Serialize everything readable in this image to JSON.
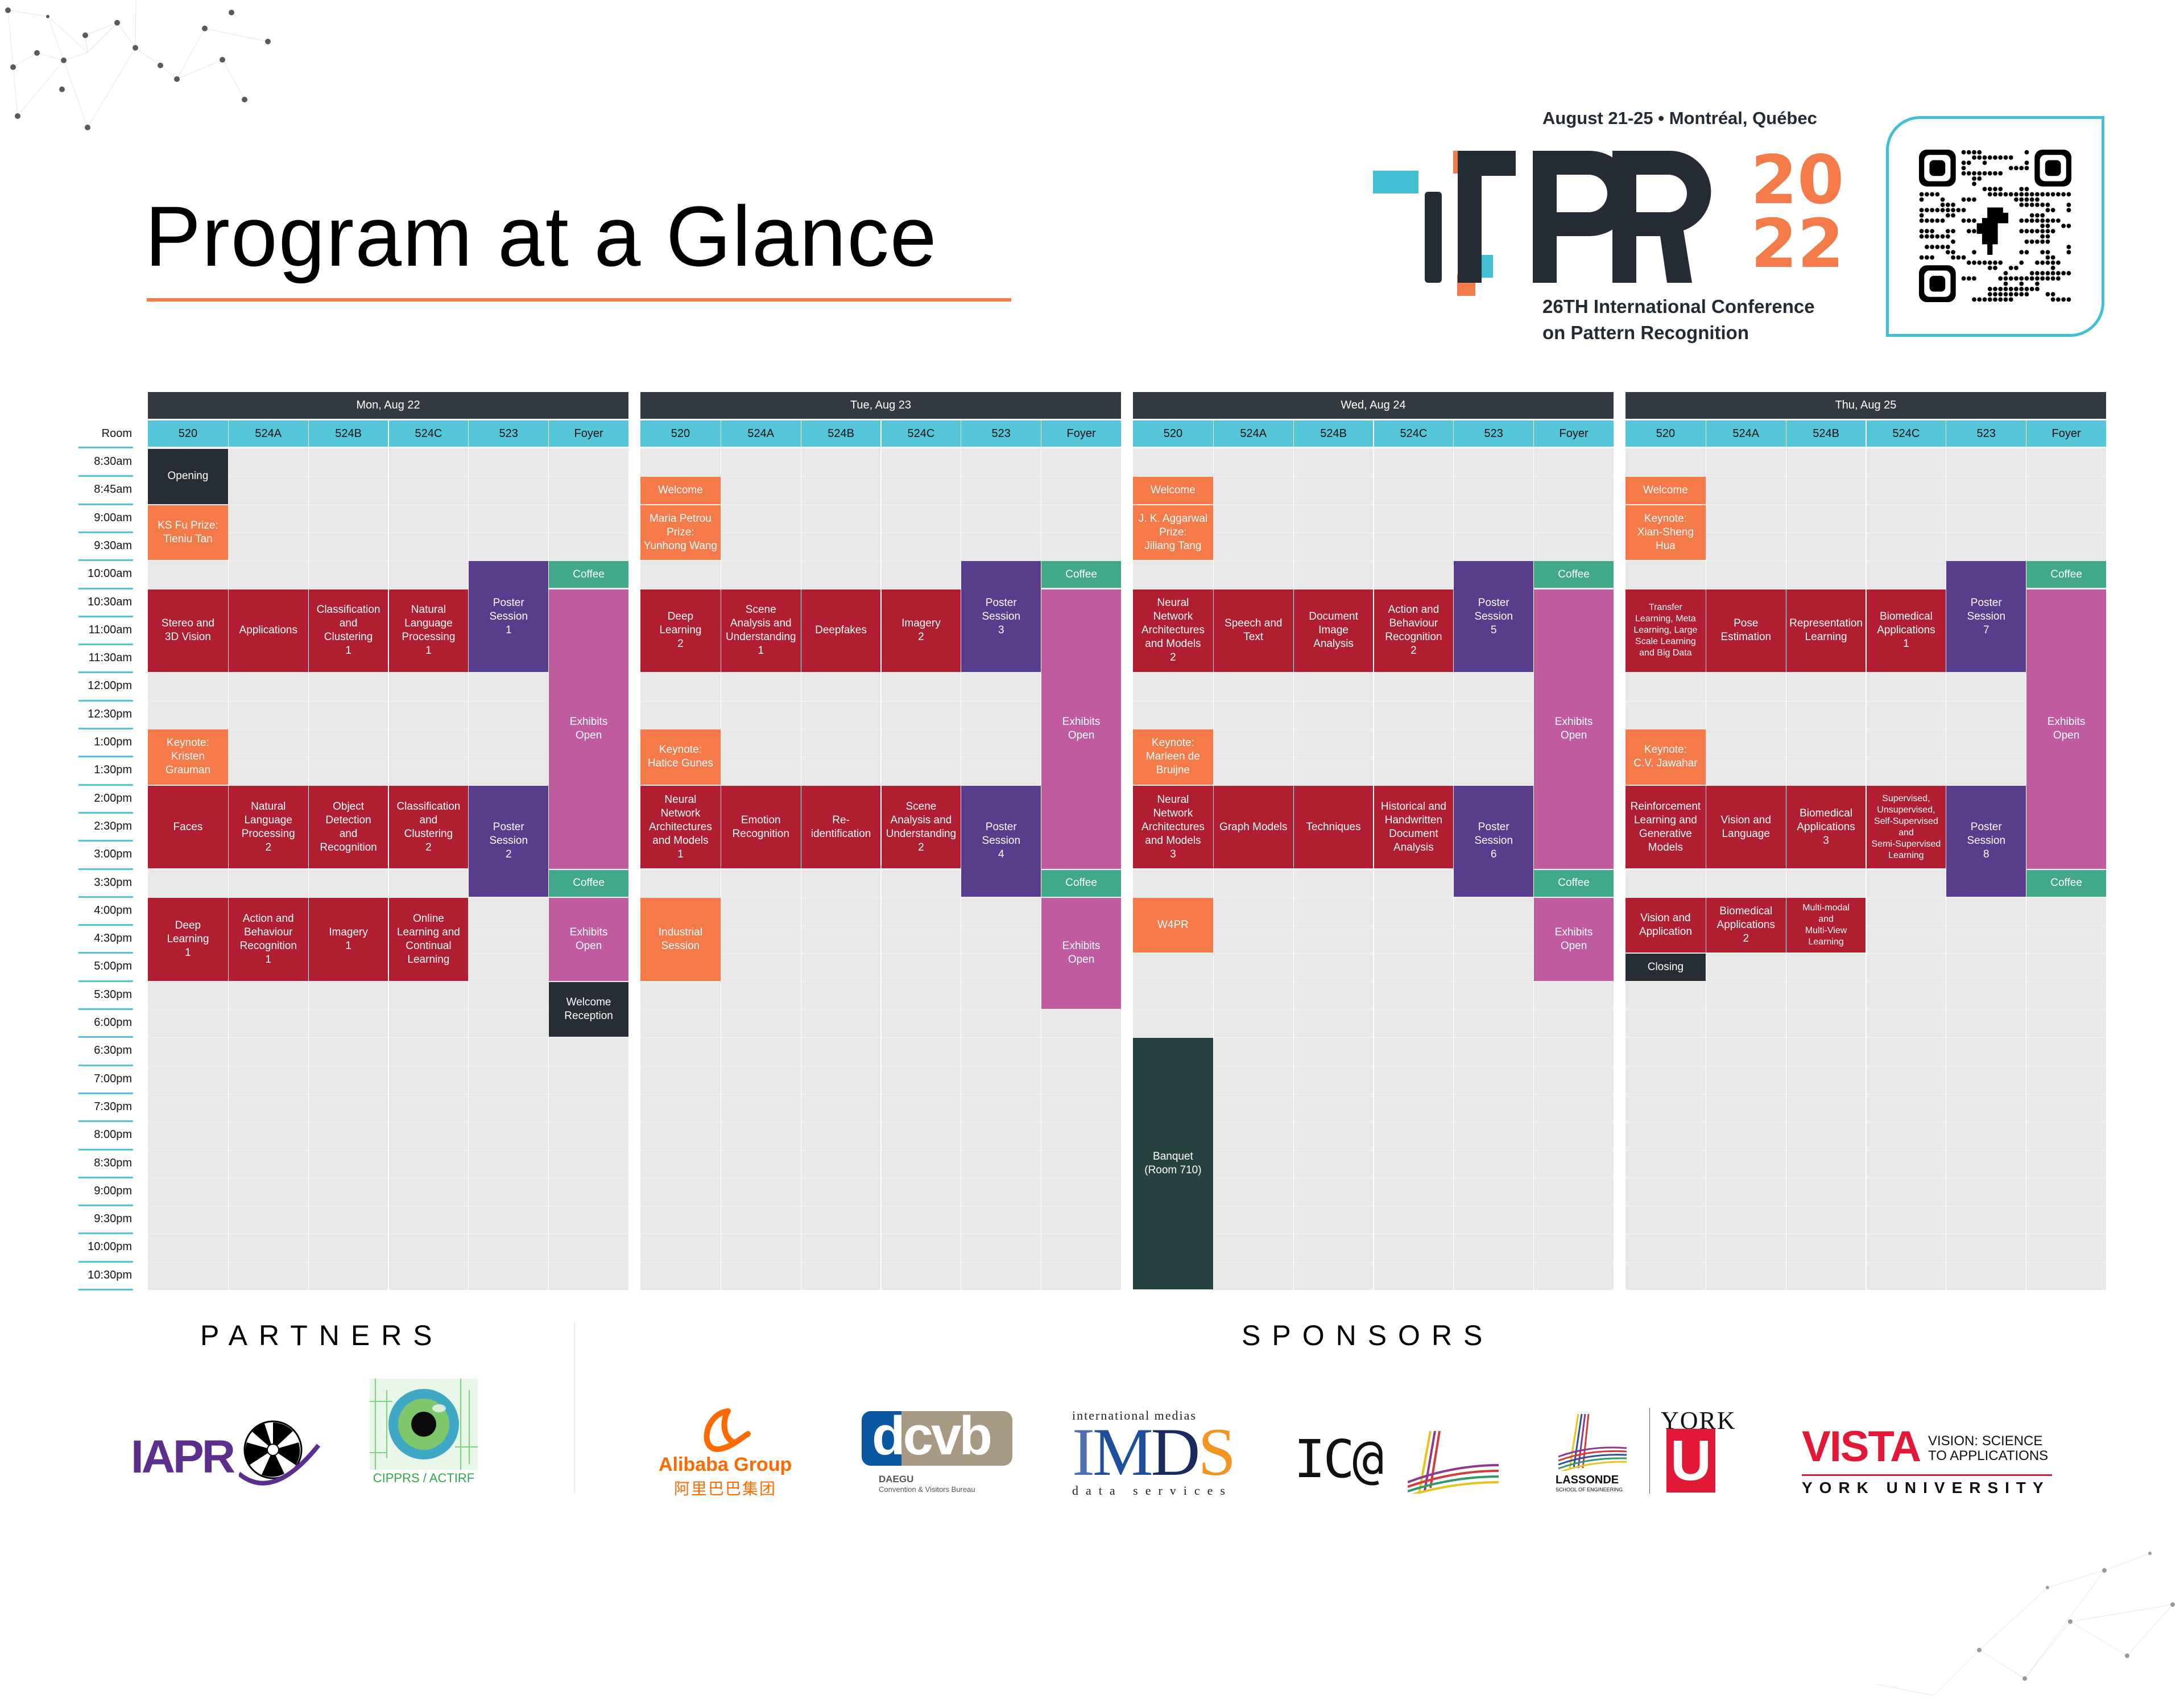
{
  "title": "Program at a Glance",
  "brand": {
    "date_location": "August 21-25 • Montréal, Québec",
    "logo_letters": "iCPR",
    "logo_year_top": "20",
    "logo_year_bottom": "22",
    "subtitle_line1": "26TH International Conference",
    "subtitle_line2": "on Pattern Recognition",
    "qr_icon": "qr-code-icon"
  },
  "colors": {
    "accent_orange": "#f47a4a",
    "accent_cyan": "#55c6d7",
    "session_red": "#b11e31",
    "poster_purple": "#593d8c",
    "exhibits_pink": "#c05ba0",
    "coffee_green": "#41a98a",
    "dark": "#272d35",
    "banquet": "#264342",
    "empty_cell": "#e8e8e8"
  },
  "schedule": {
    "room_label": "Room",
    "rooms": [
      "520",
      "524A",
      "524B",
      "524C",
      "523",
      "Foyer"
    ],
    "times": [
      "8:30am",
      "8:45am",
      "9:00am",
      "9:30am",
      "10:00am",
      "10:30am",
      "11:00am",
      "11:30am",
      "12:00pm",
      "12:30pm",
      "1:00pm",
      "1:30pm",
      "2:00pm",
      "2:30pm",
      "3:00pm",
      "3:30pm",
      "4:00pm",
      "4:30pm",
      "5:00pm",
      "5:30pm",
      "6:00pm",
      "6:30pm",
      "7:00pm",
      "7:30pm",
      "8:00pm",
      "8:30pm",
      "9:00pm",
      "9:30pm",
      "10:00pm",
      "10:30pm"
    ],
    "days": [
      {
        "label": "Mon, Aug 22",
        "events": [
          {
            "col": 0,
            "row": 0,
            "span": 2,
            "type": "dark",
            "label": "Opening"
          },
          {
            "col": 0,
            "row": 2,
            "span": 2,
            "type": "orange",
            "label": "KS Fu Prize:\nTieniu Tan"
          },
          {
            "col": 0,
            "row": 5,
            "span": 3,
            "type": "red",
            "label": "Stereo and\n3D Vision"
          },
          {
            "col": 0,
            "row": 10,
            "span": 2,
            "type": "orange",
            "label": "Keynote:\nKristen\nGrauman"
          },
          {
            "col": 0,
            "row": 12,
            "span": 3,
            "type": "red",
            "label": "Faces"
          },
          {
            "col": 0,
            "row": 16,
            "span": 3,
            "type": "red",
            "label": "Deep\nLearning\n1"
          },
          {
            "col": 1,
            "row": 5,
            "span": 3,
            "type": "red",
            "label": "Applications"
          },
          {
            "col": 1,
            "row": 12,
            "span": 3,
            "type": "red",
            "label": "Natural\nLanguage\nProcessing\n2"
          },
          {
            "col": 1,
            "row": 16,
            "span": 3,
            "type": "red",
            "label": "Action and\nBehaviour\nRecognition\n1"
          },
          {
            "col": 2,
            "row": 5,
            "span": 3,
            "type": "red",
            "label": "Classification\nand\nClustering\n1"
          },
          {
            "col": 2,
            "row": 12,
            "span": 3,
            "type": "red",
            "label": "Object\nDetection\nand\nRecognition"
          },
          {
            "col": 2,
            "row": 16,
            "span": 3,
            "type": "red",
            "label": "Imagery\n1"
          },
          {
            "col": 3,
            "row": 5,
            "span": 3,
            "type": "red",
            "label": "Natural\nLanguage\nProcessing\n1"
          },
          {
            "col": 3,
            "row": 12,
            "span": 3,
            "type": "red",
            "label": "Classification\nand\nClustering\n2"
          },
          {
            "col": 3,
            "row": 16,
            "span": 3,
            "type": "red",
            "label": "Online\nLearning and\nContinual\nLearning"
          },
          {
            "col": 4,
            "row": 4,
            "span": 4,
            "type": "purple",
            "label": "Poster\nSession\n1"
          },
          {
            "col": 4,
            "row": 12,
            "span": 4,
            "type": "purple",
            "label": "Poster\nSession\n2"
          },
          {
            "col": 5,
            "row": 4,
            "span": 1,
            "type": "green",
            "label": "Coffee"
          },
          {
            "col": 5,
            "row": 5,
            "span": 10,
            "type": "pink",
            "label": "Exhibits\nOpen"
          },
          {
            "col": 5,
            "row": 15,
            "span": 1,
            "type": "green",
            "label": "Coffee"
          },
          {
            "col": 5,
            "row": 16,
            "span": 3,
            "type": "pink",
            "label": "Exhibits\nOpen"
          },
          {
            "col": 5,
            "row": 19,
            "span": 2,
            "type": "dark",
            "label": "Welcome\nReception"
          }
        ]
      },
      {
        "label": "Tue, Aug 23",
        "events": [
          {
            "col": 0,
            "row": 1,
            "span": 1,
            "type": "orange",
            "label": "Welcome"
          },
          {
            "col": 0,
            "row": 2,
            "span": 2,
            "type": "orange",
            "label": "Maria Petrou\nPrize:\nYunhong Wang"
          },
          {
            "col": 0,
            "row": 5,
            "span": 3,
            "type": "red",
            "label": "Deep\nLearning\n2"
          },
          {
            "col": 0,
            "row": 10,
            "span": 2,
            "type": "orange",
            "label": "Keynote:\nHatice Gunes"
          },
          {
            "col": 0,
            "row": 12,
            "span": 3,
            "type": "red",
            "label": "Neural\nNetwork\nArchitectures\nand Models\n1"
          },
          {
            "col": 0,
            "row": 16,
            "span": 3,
            "type": "orange",
            "label": "Industrial\nSession"
          },
          {
            "col": 1,
            "row": 5,
            "span": 3,
            "type": "red",
            "label": "Scene\nAnalysis and\nUnderstanding\n1"
          },
          {
            "col": 1,
            "row": 12,
            "span": 3,
            "type": "red",
            "label": "Emotion\nRecognition"
          },
          {
            "col": 2,
            "row": 5,
            "span": 3,
            "type": "red",
            "label": "Deepfakes"
          },
          {
            "col": 2,
            "row": 12,
            "span": 3,
            "type": "red",
            "label": "Re-\nidentification"
          },
          {
            "col": 3,
            "row": 5,
            "span": 3,
            "type": "red",
            "label": "Imagery\n2"
          },
          {
            "col": 3,
            "row": 12,
            "span": 3,
            "type": "red",
            "label": "Scene\nAnalysis and\nUnderstanding\n2"
          },
          {
            "col": 4,
            "row": 4,
            "span": 4,
            "type": "purple",
            "label": "Poster\nSession\n3"
          },
          {
            "col": 4,
            "row": 12,
            "span": 4,
            "type": "purple",
            "label": "Poster\nSession\n4"
          },
          {
            "col": 5,
            "row": 4,
            "span": 1,
            "type": "green",
            "label": "Coffee"
          },
          {
            "col": 5,
            "row": 5,
            "span": 10,
            "type": "pink",
            "label": "Exhibits\nOpen"
          },
          {
            "col": 5,
            "row": 15,
            "span": 1,
            "type": "green",
            "label": "Coffee"
          },
          {
            "col": 5,
            "row": 16,
            "span": 4,
            "type": "pink",
            "label": "Exhibits\nOpen"
          }
        ]
      },
      {
        "label": "Wed, Aug 24",
        "events": [
          {
            "col": 0,
            "row": 1,
            "span": 1,
            "type": "orange",
            "label": "Welcome"
          },
          {
            "col": 0,
            "row": 2,
            "span": 2,
            "type": "orange",
            "label": "J. K. Aggarwal\nPrize:\nJiliang Tang"
          },
          {
            "col": 0,
            "row": 5,
            "span": 3,
            "type": "red",
            "label": "Neural\nNetwork\nArchitectures\nand Models\n2"
          },
          {
            "col": 0,
            "row": 10,
            "span": 2,
            "type": "orange",
            "label": "Keynote:\nMarleen de\nBruijne"
          },
          {
            "col": 0,
            "row": 12,
            "span": 3,
            "type": "red",
            "label": "Neural\nNetwork\nArchitectures\nand Models\n3"
          },
          {
            "col": 0,
            "row": 16,
            "span": 2,
            "type": "orange",
            "label": "W4PR"
          },
          {
            "col": 0,
            "row": 21,
            "span": 9,
            "type": "banquet",
            "label": "Banquet\n(Room 710)"
          },
          {
            "col": 1,
            "row": 5,
            "span": 3,
            "type": "red",
            "label": "Speech and\nText"
          },
          {
            "col": 1,
            "row": 12,
            "span": 3,
            "type": "red",
            "label": "Graph Models"
          },
          {
            "col": 2,
            "row": 5,
            "span": 3,
            "type": "red",
            "label": "Document\nImage\nAnalysis"
          },
          {
            "col": 2,
            "row": 12,
            "span": 3,
            "type": "red",
            "label": "Techniques"
          },
          {
            "col": 3,
            "row": 5,
            "span": 3,
            "type": "red",
            "label": "Action and\nBehaviour\nRecognition\n2"
          },
          {
            "col": 3,
            "row": 12,
            "span": 3,
            "type": "red",
            "label": "Historical and\nHandwritten\nDocument\nAnalysis"
          },
          {
            "col": 4,
            "row": 4,
            "span": 4,
            "type": "purple",
            "label": "Poster\nSession\n5"
          },
          {
            "col": 4,
            "row": 12,
            "span": 4,
            "type": "purple",
            "label": "Poster\nSession\n6"
          },
          {
            "col": 5,
            "row": 4,
            "span": 1,
            "type": "green",
            "label": "Coffee"
          },
          {
            "col": 5,
            "row": 5,
            "span": 10,
            "type": "pink",
            "label": "Exhibits\nOpen"
          },
          {
            "col": 5,
            "row": 15,
            "span": 1,
            "type": "green",
            "label": "Coffee"
          },
          {
            "col": 5,
            "row": 16,
            "span": 3,
            "type": "pink",
            "label": "Exhibits\nOpen"
          }
        ]
      },
      {
        "label": "Thu, Aug 25",
        "events": [
          {
            "col": 0,
            "row": 1,
            "span": 1,
            "type": "orange",
            "label": "Welcome"
          },
          {
            "col": 0,
            "row": 2,
            "span": 2,
            "type": "orange",
            "label": "Keynote:\nXian-Sheng\nHua"
          },
          {
            "col": 0,
            "row": 5,
            "span": 3,
            "type": "red",
            "label": "Transfer\nLearning, Meta\nLearning, Large\nScale Learning\nand Big Data",
            "small": true
          },
          {
            "col": 0,
            "row": 10,
            "span": 2,
            "type": "orange",
            "label": "Keynote:\nC.V. Jawahar"
          },
          {
            "col": 0,
            "row": 12,
            "span": 3,
            "type": "red",
            "label": "Reinforcement\nLearning and\nGenerative\nModels"
          },
          {
            "col": 0,
            "row": 16,
            "span": 2,
            "type": "red",
            "label": "Vision and\nApplication"
          },
          {
            "col": 0,
            "row": 18,
            "span": 1,
            "type": "dark",
            "label": "Closing"
          },
          {
            "col": 1,
            "row": 5,
            "span": 3,
            "type": "red",
            "label": "Pose\nEstimation"
          },
          {
            "col": 1,
            "row": 12,
            "span": 3,
            "type": "red",
            "label": "Vision and\nLanguage"
          },
          {
            "col": 1,
            "row": 16,
            "span": 2,
            "type": "red",
            "label": "Biomedical\nApplications\n2"
          },
          {
            "col": 2,
            "row": 5,
            "span": 3,
            "type": "red",
            "label": "Representation\nLearning"
          },
          {
            "col": 2,
            "row": 12,
            "span": 3,
            "type": "red",
            "label": "Biomedical\nApplications\n3"
          },
          {
            "col": 2,
            "row": 16,
            "span": 2,
            "type": "red",
            "label": "Multi-modal\nand\nMulti-View\nLearning",
            "small": true
          },
          {
            "col": 3,
            "row": 5,
            "span": 3,
            "type": "red",
            "label": "Biomedical\nApplications\n1"
          },
          {
            "col": 3,
            "row": 12,
            "span": 3,
            "type": "red",
            "label": "Supervised,\nUnsupervised,\nSelf-Supervised\nand\nSemi-Supervised\nLearning",
            "small": true
          },
          {
            "col": 4,
            "row": 4,
            "span": 4,
            "type": "purple",
            "label": "Poster\nSession\n7"
          },
          {
            "col": 4,
            "row": 12,
            "span": 4,
            "type": "purple",
            "label": "Poster\nSession\n8"
          },
          {
            "col": 5,
            "row": 4,
            "span": 1,
            "type": "green",
            "label": "Coffee"
          },
          {
            "col": 5,
            "row": 5,
            "span": 10,
            "type": "pink",
            "label": "Exhibits\nOpen"
          },
          {
            "col": 5,
            "row": 15,
            "span": 1,
            "type": "green",
            "label": "Coffee"
          }
        ]
      }
    ]
  },
  "partners": {
    "heading": "PARTNERS",
    "logos": [
      {
        "name": "IAPR",
        "text": "IAPR"
      },
      {
        "name": "CIPPRS / ACTIRF",
        "text": "CIPPRS / ACTIRF"
      }
    ]
  },
  "sponsors": {
    "heading": "SPONSORS",
    "logos": [
      {
        "name": "Alibaba Group",
        "text": "Alibaba Group",
        "subtext": "阿里巴巴集团"
      },
      {
        "name": "DCVB",
        "text": "dcvb",
        "subtext": "DAEGU",
        "subtext2": "Convention & Visitors Bureau"
      },
      {
        "name": "IMDS",
        "text": "IMDS",
        "top": "international medias",
        "bottom": "data services"
      },
      {
        "name": "IC@L",
        "text": "IC@"
      },
      {
        "name": "Lassonde York U",
        "text": "LASSONDE",
        "subtext": "SCHOOL OF ENGINEERING",
        "york": "YORK",
        "u": "U"
      },
      {
        "name": "VISTA",
        "text": "VISTA",
        "tag1": "VISION: SCIENCE",
        "tag2": "TO APPLICATIONS",
        "bottom": "YORK UNIVERSITY"
      }
    ]
  }
}
